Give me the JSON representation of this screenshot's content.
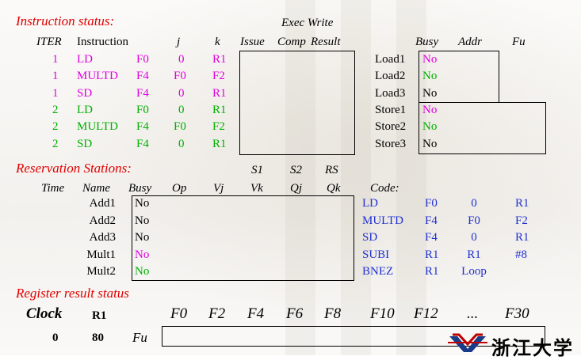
{
  "instruction_status": {
    "title": "Instruction status:",
    "header_top": "Exec Write",
    "headers": {
      "iter": "ITER",
      "instr": "Instruction",
      "j": "j",
      "k": "k",
      "issue": "Issue",
      "comp": "Comp",
      "result": "Result"
    },
    "rows": [
      {
        "iter": "1",
        "op": "LD",
        "dest": "F0",
        "j": "0",
        "k": "R1"
      },
      {
        "iter": "1",
        "op": "MULTD",
        "dest": "F4",
        "j": "F0",
        "k": "F2"
      },
      {
        "iter": "1",
        "op": "SD",
        "dest": "F4",
        "j": "0",
        "k": "R1"
      },
      {
        "iter": "2",
        "op": "LD",
        "dest": "F0",
        "j": "0",
        "k": "R1"
      },
      {
        "iter": "2",
        "op": "MULTD",
        "dest": "F4",
        "j": "F0",
        "k": "F2"
      },
      {
        "iter": "2",
        "op": "SD",
        "dest": "F4",
        "j": "0",
        "k": "R1"
      }
    ],
    "row_colors": [
      "#e000e0",
      "#e000e0",
      "#e000e0",
      "#00b000",
      "#00b000",
      "#00b000"
    ]
  },
  "load_store": {
    "headers": {
      "busy": "Busy",
      "addr": "Addr",
      "fu": "Fu"
    },
    "rows": [
      {
        "name": "Load1",
        "busy": "No",
        "color": "#e000e0"
      },
      {
        "name": "Load2",
        "busy": "No",
        "color": "#00b000"
      },
      {
        "name": "Load3",
        "busy": "No",
        "color": "#000000"
      },
      {
        "name": "Store1",
        "busy": "No",
        "color": "#e000e0"
      },
      {
        "name": "Store2",
        "busy": "No",
        "color": "#00b000"
      },
      {
        "name": "Store3",
        "busy": "No",
        "color": "#000000"
      }
    ]
  },
  "reservation_stations": {
    "title": "Reservation Stations:",
    "header_top": {
      "s1": "S1",
      "s2": "S2",
      "rs": "RS"
    },
    "headers": {
      "time": "Time",
      "name": "Name",
      "busy": "Busy",
      "op": "Op",
      "vj": "Vj",
      "vk": "Vk",
      "qj": "Qj",
      "qk": "Qk"
    },
    "rows": [
      {
        "name": "Add1",
        "busy": "No",
        "color": "#000000"
      },
      {
        "name": "Add2",
        "busy": "No",
        "color": "#000000"
      },
      {
        "name": "Add3",
        "busy": "No",
        "color": "#000000"
      },
      {
        "name": "Mult1",
        "busy": "No",
        "color": "#e000e0"
      },
      {
        "name": "Mult2",
        "busy": "No",
        "color": "#00b000"
      }
    ]
  },
  "code": {
    "title": "Code:",
    "rows": [
      {
        "op": "LD",
        "a": "F0",
        "b": "0",
        "c": "R1"
      },
      {
        "op": "MULTD",
        "a": "F4",
        "b": "F0",
        "c": "F2"
      },
      {
        "op": "SD",
        "a": "F4",
        "b": "0",
        "c": "R1"
      },
      {
        "op": "SUBI",
        "a": "R1",
        "b": "R1",
        "c": "#8"
      },
      {
        "op": "BNEZ",
        "a": "R1",
        "b": "Loop",
        "c": ""
      }
    ]
  },
  "register_result": {
    "title": "Register result status",
    "clock_label": "Clock",
    "r1_label": "R1",
    "clock_value": "0",
    "r1_value": "80",
    "fu_label": "Fu",
    "registers": [
      "F0",
      "F2",
      "F4",
      "F6",
      "F8",
      "F10",
      "F12",
      "...",
      "F30"
    ]
  },
  "logo": {
    "text": "浙江大学"
  }
}
